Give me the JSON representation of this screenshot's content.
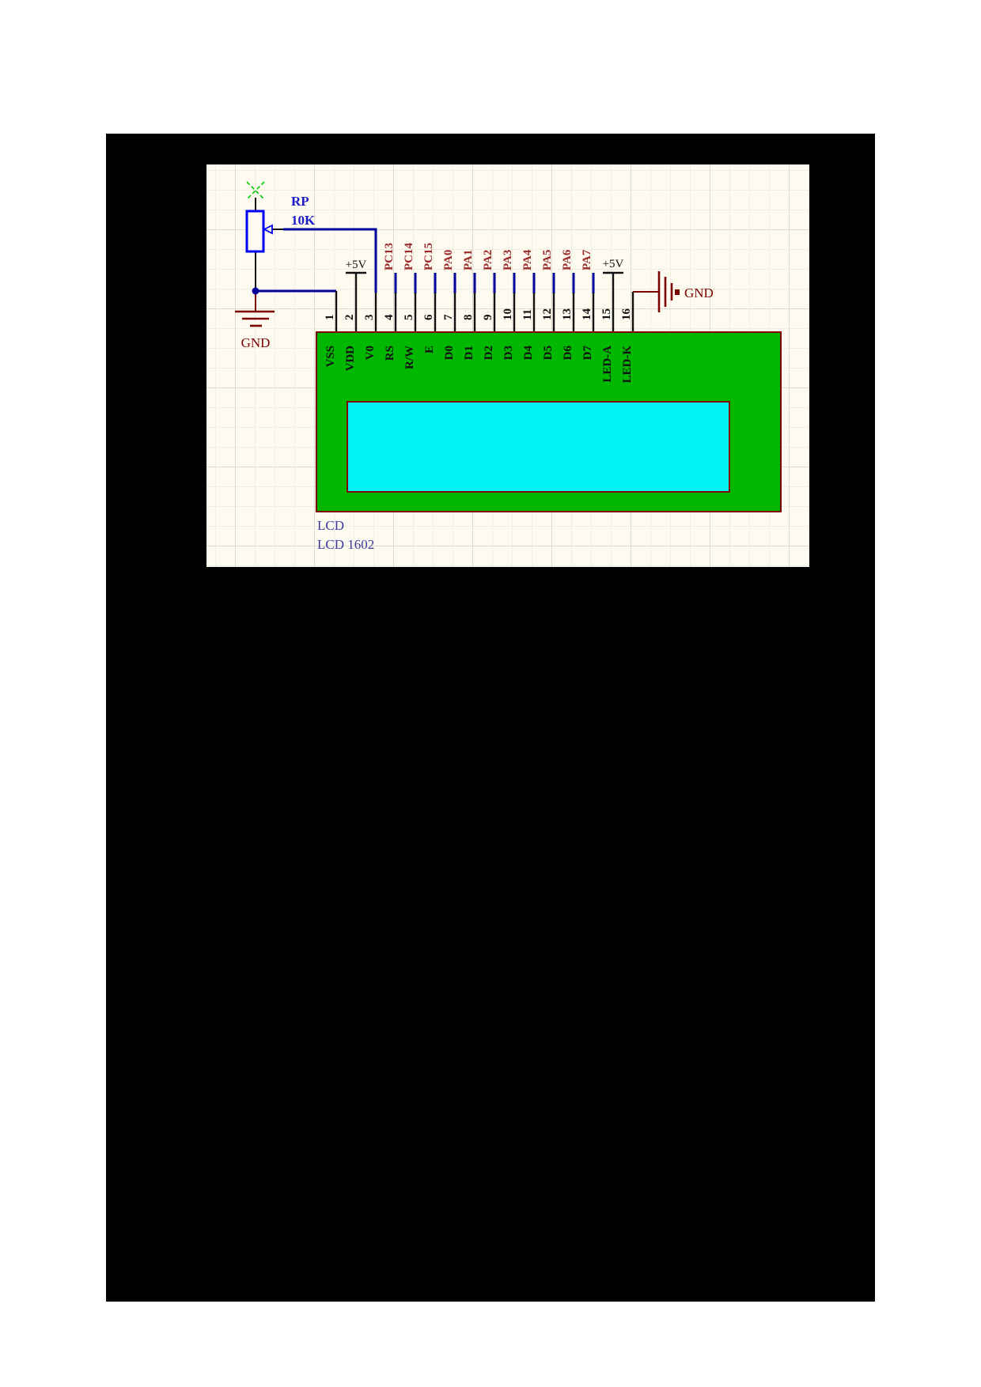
{
  "colors": {
    "canvas_bg": "#000000",
    "sheet_bg": "#FDFAF0",
    "grid_major": "#DCDAD0",
    "grid_minor": "#F0EDE3",
    "component_body_green": "#00B800",
    "screen_cyan": "#00F2F2",
    "component_border_red": "#7C0101",
    "port_label_red": "#9B2B2B",
    "gnd_red": "#7C0101",
    "wire_blue": "#00009B",
    "symbol_blue": "#0000F0",
    "designator_blue": "#1C1CC8",
    "lcd_text_blue": "#3A3AA0",
    "noerc_green": "#00C800",
    "pin_text_black": "#111111"
  },
  "potentiometer": {
    "designator": "RP",
    "value": "10K"
  },
  "power": {
    "vcc_pin2_label": "+5V",
    "vcc_pin15_label": "+5V",
    "gnd_left_label": "GND",
    "gnd_right_label": "GND"
  },
  "lcd": {
    "designator": "LCD",
    "comment": "LCD 1602"
  },
  "pins": [
    {
      "number": "1",
      "name": "VSS",
      "port": ""
    },
    {
      "number": "2",
      "name": "VDD",
      "port": ""
    },
    {
      "number": "3",
      "name": "V0",
      "port": ""
    },
    {
      "number": "4",
      "name": "RS",
      "port": "PC13"
    },
    {
      "number": "5",
      "name": "R/W",
      "port": "PC14"
    },
    {
      "number": "6",
      "name": "E",
      "port": "PC15"
    },
    {
      "number": "7",
      "name": "D0",
      "port": "PA0"
    },
    {
      "number": "8",
      "name": "D1",
      "port": "PA1"
    },
    {
      "number": "9",
      "name": "D2",
      "port": "PA2"
    },
    {
      "number": "10",
      "name": "D3",
      "port": "PA3"
    },
    {
      "number": "11",
      "name": "D4",
      "port": "PA4"
    },
    {
      "number": "12",
      "name": "D5",
      "port": "PA5"
    },
    {
      "number": "13",
      "name": "D6",
      "port": "PA6"
    },
    {
      "number": "14",
      "name": "D7",
      "port": "PA7"
    },
    {
      "number": "15",
      "name": "LED-A",
      "port": ""
    },
    {
      "number": "16",
      "name": "LED-K",
      "port": ""
    }
  ]
}
